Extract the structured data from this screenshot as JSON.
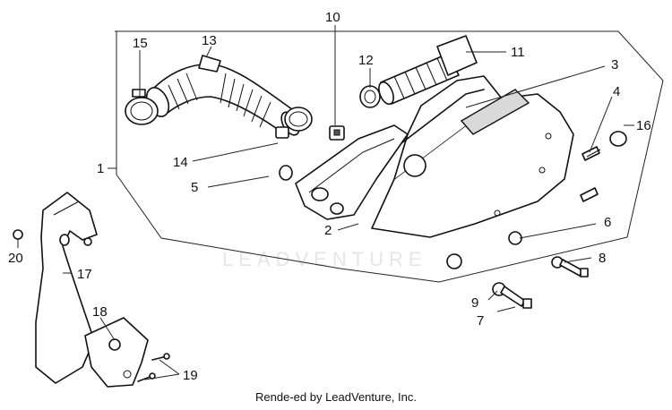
{
  "credit": "Rende-ed by LeadVenture, Inc.",
  "watermark": "LEADVENTURE",
  "callouts": {
    "c1": "1",
    "c2": "2",
    "c3": "3",
    "c4": "4",
    "c5": "5",
    "c6": "6",
    "c7": "7",
    "c8": "8",
    "c9": "9",
    "c10": "10",
    "c11": "11",
    "c12": "12",
    "c13": "13",
    "c14": "14",
    "c15": "15",
    "c16": "16",
    "c17": "17",
    "c18": "18",
    "c19": "19",
    "c20": "20"
  }
}
